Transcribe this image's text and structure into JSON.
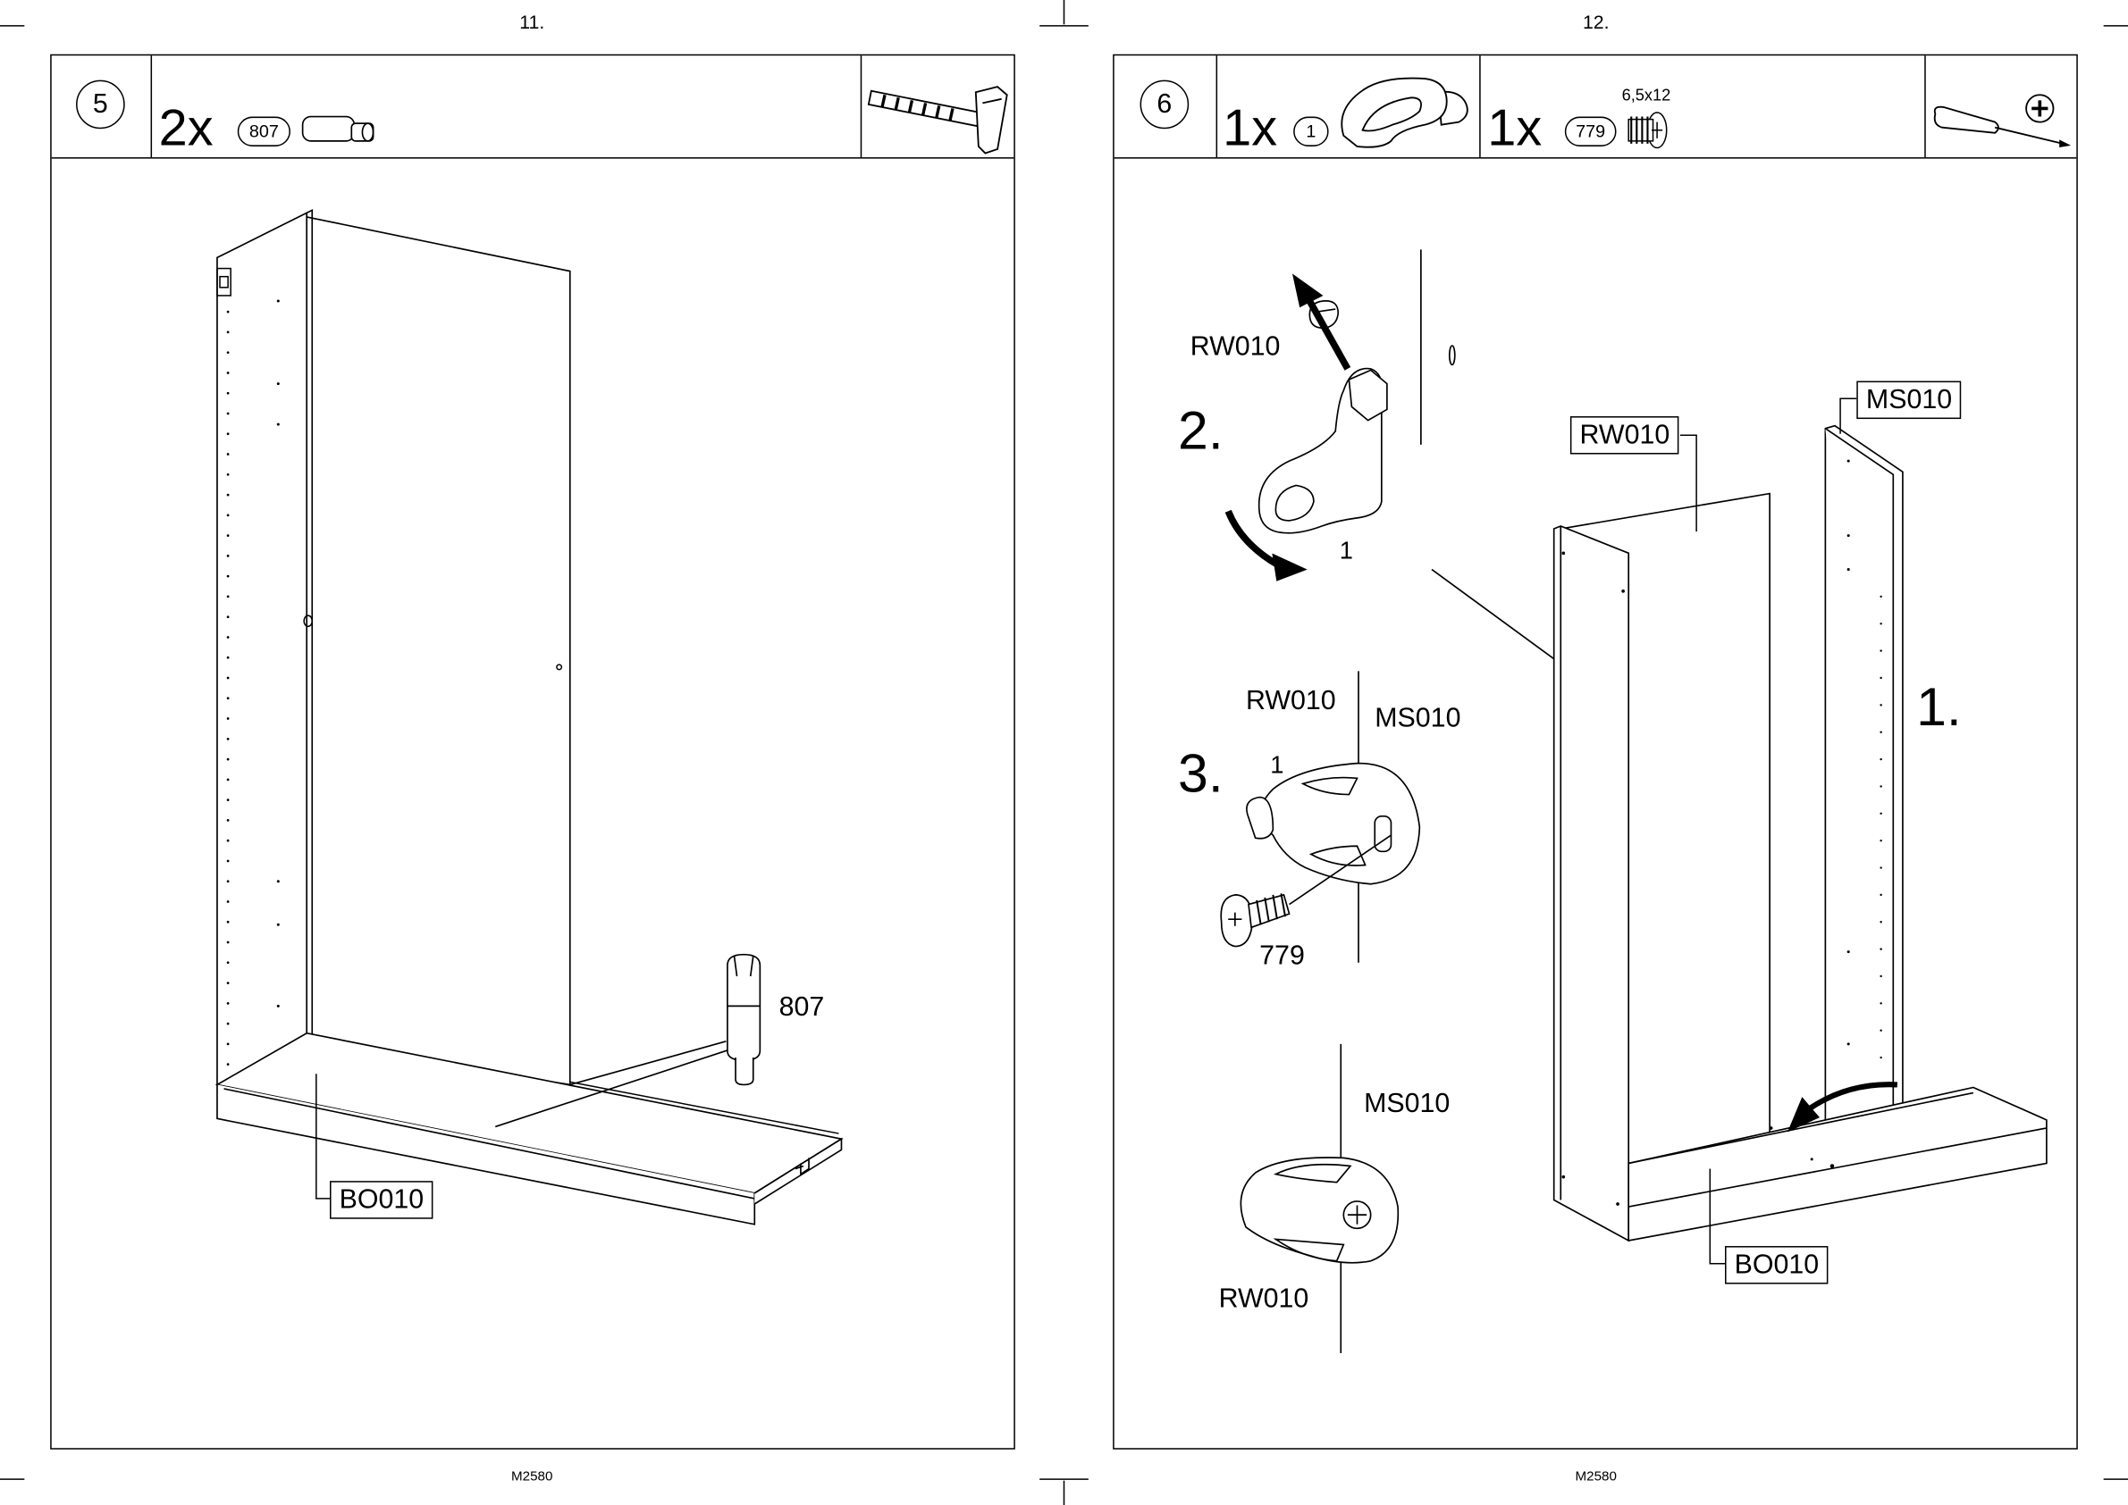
{
  "left_page": {
    "page_number": "11.",
    "doc_code": "M2580",
    "step": "5",
    "parts": [
      {
        "qty": "2x",
        "part_no": "807"
      }
    ],
    "tool_icons": [
      "hammer-icon"
    ],
    "labels": {
      "part_807": "807",
      "bottom_panel": "BO010"
    }
  },
  "right_page": {
    "page_number": "12.",
    "doc_code": "M2580",
    "step": "6",
    "parts": [
      {
        "qty": "1x",
        "part_no": "1"
      },
      {
        "qty": "1x",
        "part_no": "779",
        "spec": "6,5x12"
      }
    ],
    "tool_icons": [
      "phillips-screwdriver-icon",
      "phillips-head-icon"
    ],
    "substeps": [
      "1.",
      "2.",
      "3."
    ],
    "labels": {
      "ms_top": "MS010",
      "rw_top": "RW010",
      "bo": "BO010",
      "step2_rw": "RW010",
      "step2_part": "1",
      "step3_rw": "RW010",
      "step3_ms": "MS010",
      "step3_part": "1",
      "step3_screw": "779",
      "final_ms": "MS010",
      "final_rw": "RW010"
    }
  }
}
